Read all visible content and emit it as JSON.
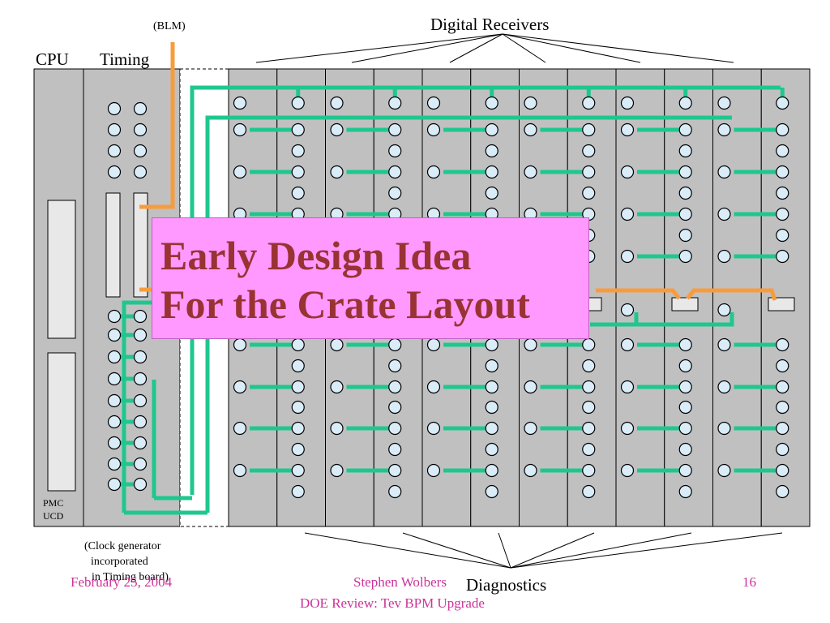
{
  "labels": {
    "blm": "(BLM)",
    "digital_receivers": "Digital Receivers",
    "cpu": "CPU",
    "timing": "Timing",
    "pmc": "PMC",
    "ucd": "UCD",
    "clock_note": [
      "(Clock generator",
      "incorporated",
      "in Timing board)"
    ],
    "diagnostics": "Diagnostics"
  },
  "title": {
    "line1": "Early Design Idea",
    "line2": "For the Crate Layout"
  },
  "footer": {
    "date": "February 25, 2004",
    "author": "Stephen Wolbers",
    "review": "DOE Review: Tev BPM Upgrade",
    "page": "16"
  },
  "colors": {
    "slot_fill": "#c0c0c0",
    "connector_fill": "#d9ecf7",
    "green_link": "#1fc78f",
    "orange_link": "#f79c3c",
    "title_bg": "#ff99ff",
    "title_text": "#993333",
    "footer_text": "#cc3399"
  }
}
